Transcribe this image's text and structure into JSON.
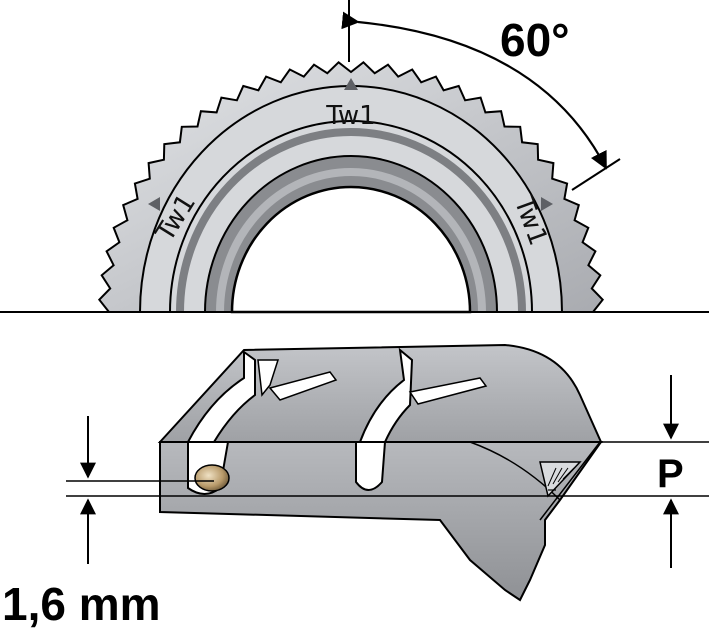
{
  "angle_label": "60°",
  "tread_indicator_label": "Tw1",
  "dimension_p_label": "P",
  "depth_label": "1,6 mm",
  "colors": {
    "tire_fill": "#c9cbcf",
    "tire_dark": "#5a5c60",
    "section_fill": "#a6a8ac",
    "wear_bar": "#b89a6a",
    "line": "#000000"
  }
}
